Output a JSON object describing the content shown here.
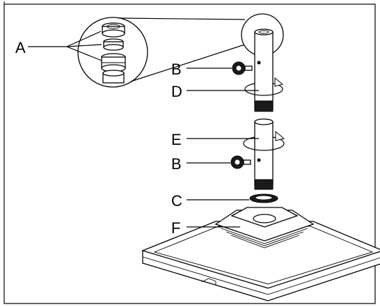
{
  "labels": {
    "a": "A",
    "b_upper": "B",
    "d": "D",
    "e": "E",
    "b_lower": "B",
    "c": "C",
    "f": "F"
  }
}
